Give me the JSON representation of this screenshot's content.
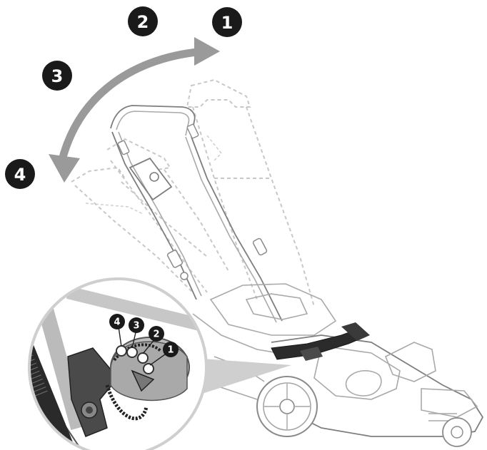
{
  "positions": {
    "top_right": "1",
    "top_left": "2",
    "middle_left": "3",
    "bottom_left": "4"
  },
  "detail_positions": {
    "p4": "4",
    "p3": "3",
    "p2": "2",
    "p1": "1"
  },
  "colors": {
    "arrow": "#9a9a9a",
    "badge": "#1a1a1a",
    "outline": "#a0a0a0",
    "ghost": "#c8c8c8",
    "callout": "#cfcfcf",
    "detail_fill": "#bdbdbd"
  }
}
